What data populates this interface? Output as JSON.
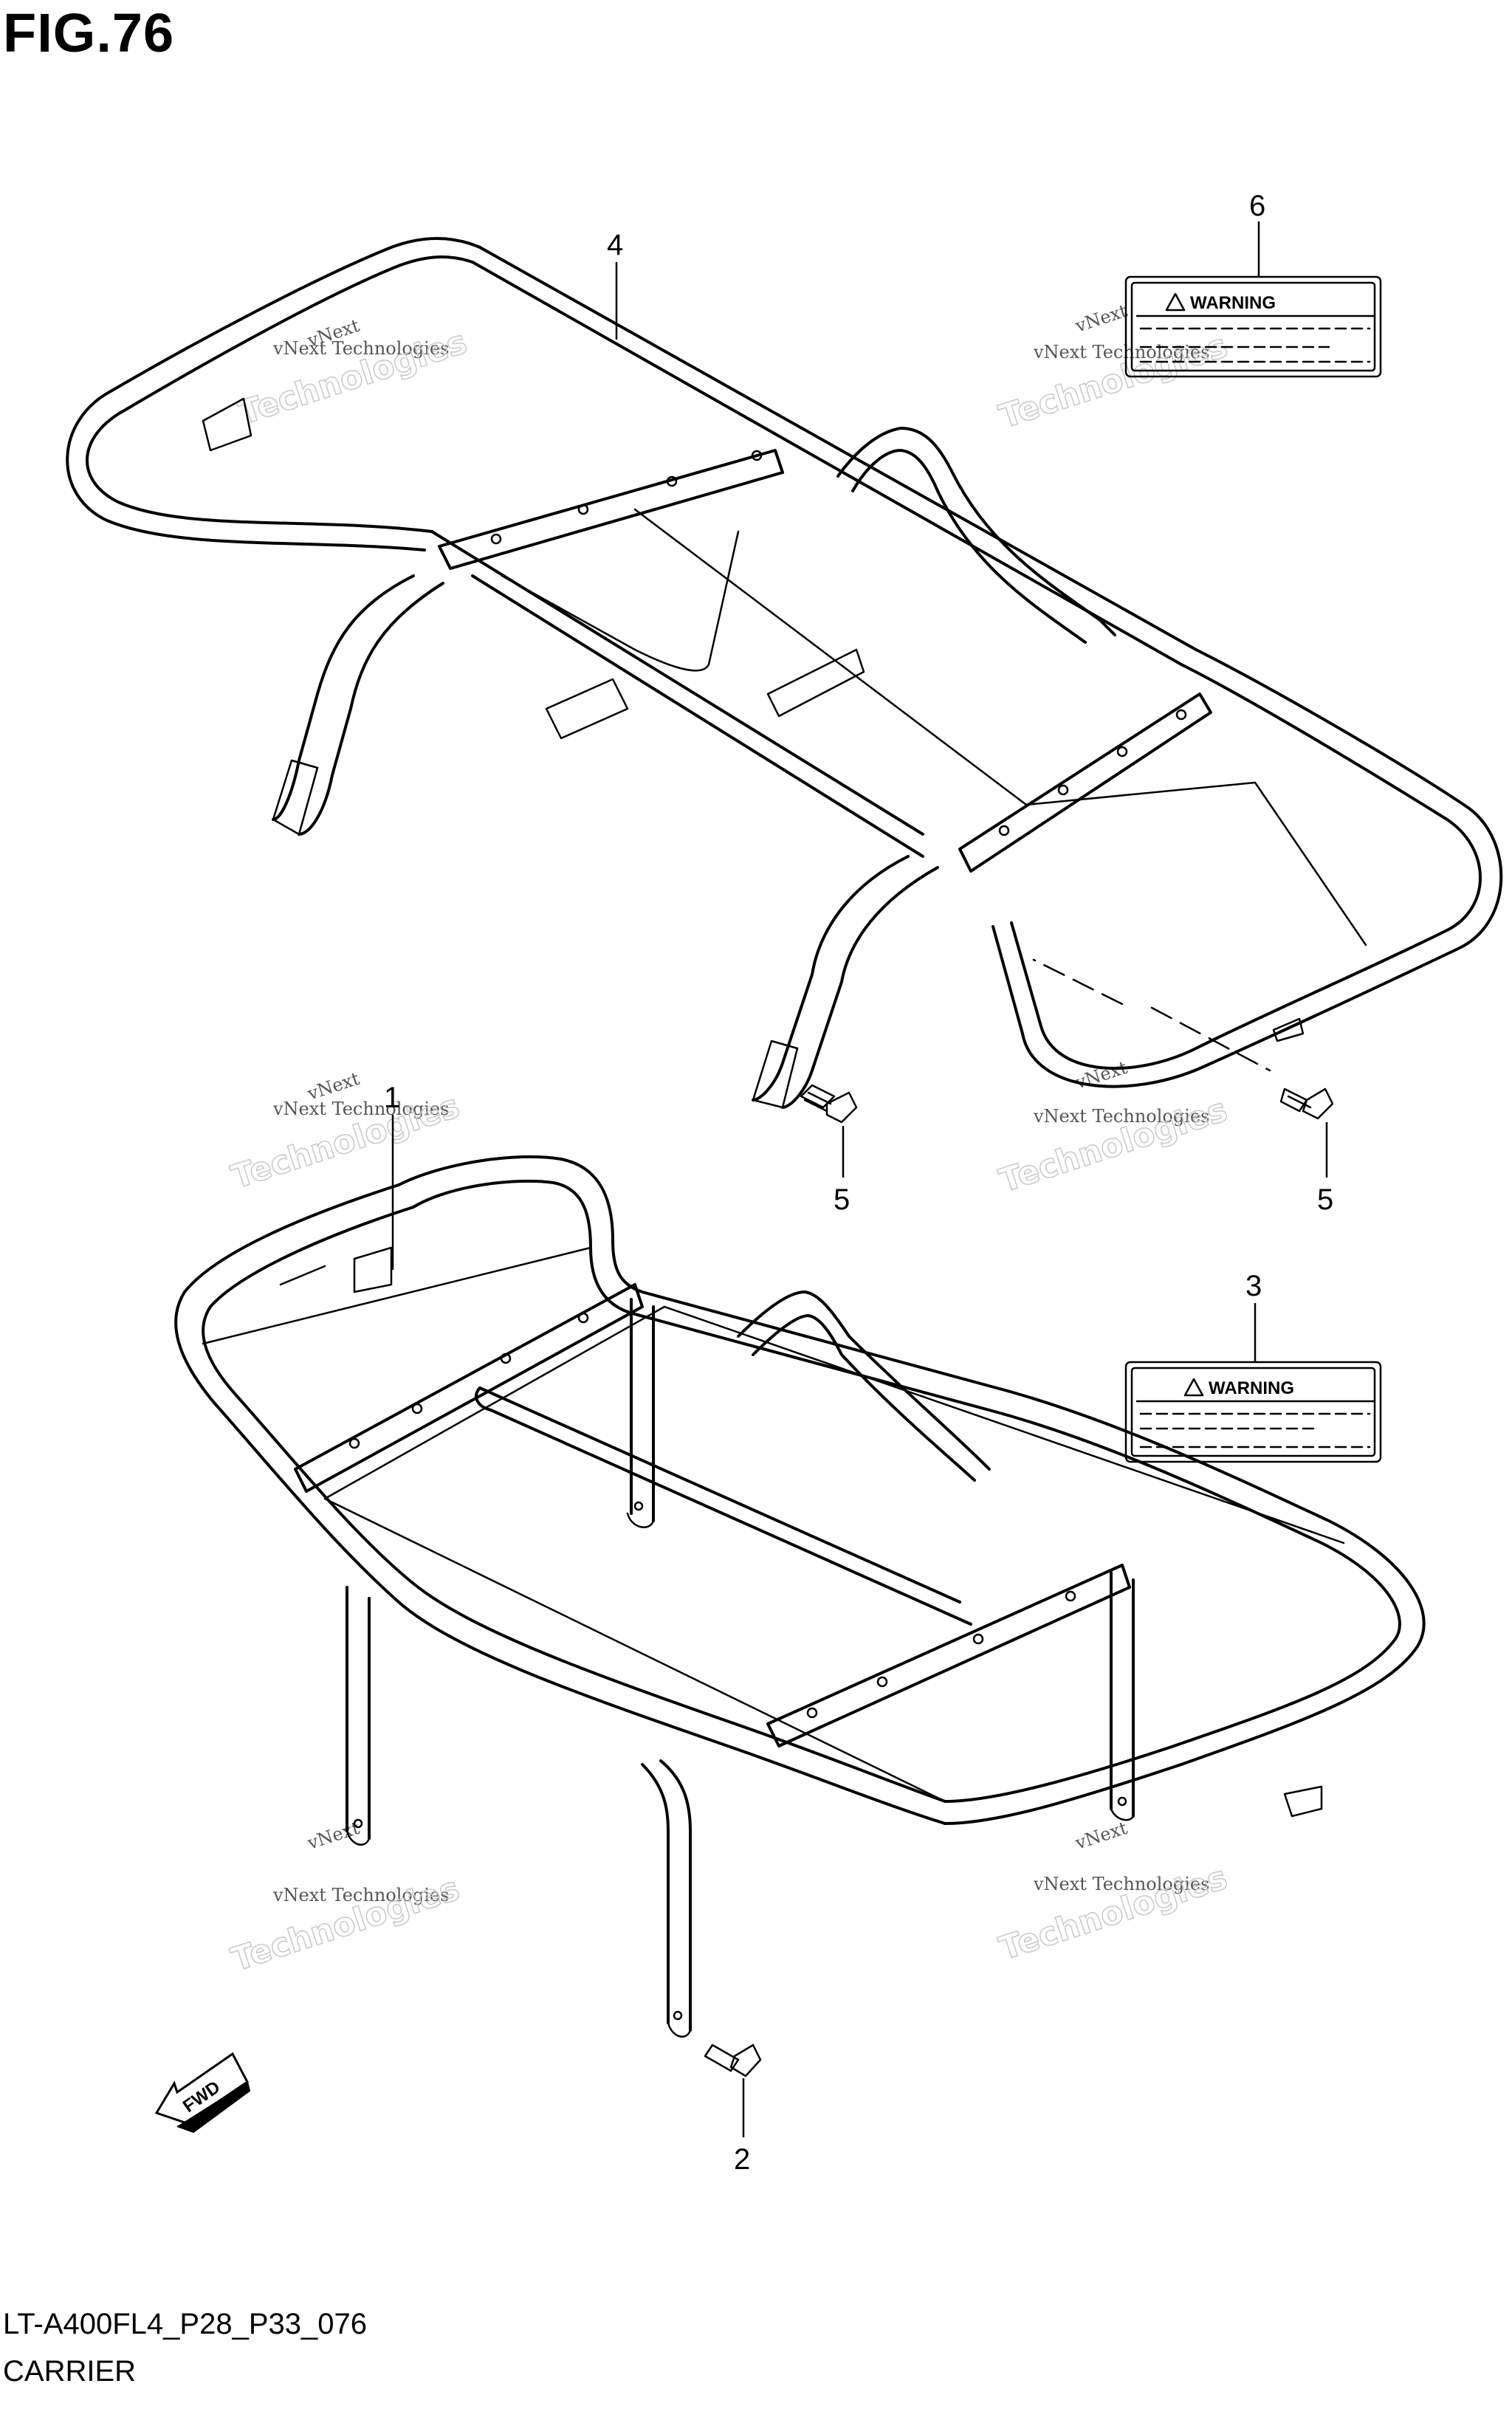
{
  "figure": {
    "title": "FIG.76",
    "code": "LT-A400FL4_P28_P33_076",
    "name": "CARRIER"
  },
  "callouts": [
    {
      "id": "c4",
      "number": "4"
    },
    {
      "id": "c6",
      "number": "6"
    },
    {
      "id": "c5a",
      "number": "5"
    },
    {
      "id": "c5b",
      "number": "5"
    },
    {
      "id": "c1",
      "number": "1"
    },
    {
      "id": "c3",
      "number": "3"
    },
    {
      "id": "c2",
      "number": "2"
    }
  ],
  "warning_labels": [
    {
      "id": "label6",
      "text": "WARNING"
    },
    {
      "id": "label3",
      "text": "WARNING"
    }
  ],
  "fwd_arrow": {
    "text": "FWD"
  },
  "watermark": {
    "line1": "vNext",
    "line2": "vNext Technologies",
    "big": "Technologies"
  }
}
